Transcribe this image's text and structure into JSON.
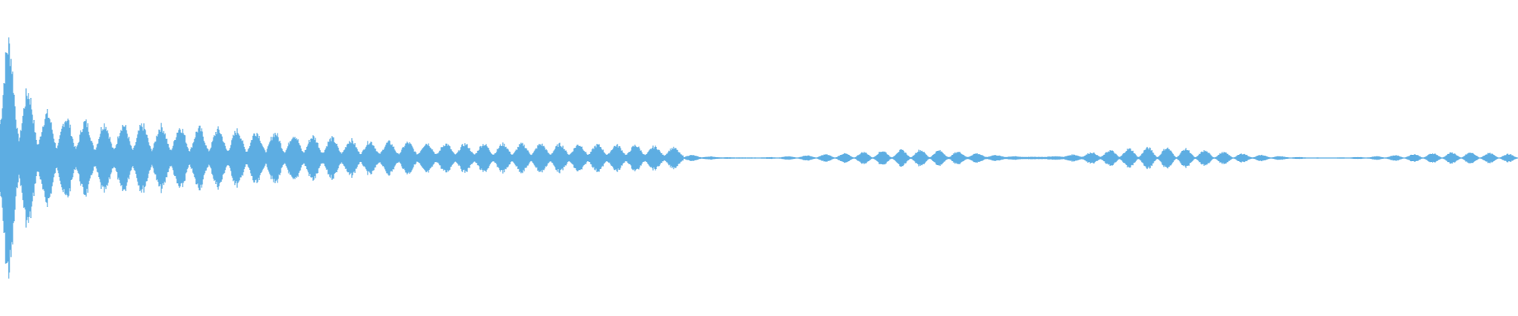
{
  "waveform": {
    "color": "#5dade2",
    "background": "#ffffff",
    "peak_amplitude": 1.0,
    "envelope_keyframes": [
      {
        "t": 0.0,
        "a": 1.0
      },
      {
        "t": 0.004,
        "a": 0.9
      },
      {
        "t": 0.012,
        "a": 0.56
      },
      {
        "t": 0.03,
        "a": 0.32
      },
      {
        "t": 0.06,
        "a": 0.25
      },
      {
        "t": 0.12,
        "a": 0.22
      },
      {
        "t": 0.18,
        "a": 0.18
      },
      {
        "t": 0.24,
        "a": 0.12
      },
      {
        "t": 0.3,
        "a": 0.1
      },
      {
        "t": 0.36,
        "a": 0.1
      },
      {
        "t": 0.42,
        "a": 0.09
      },
      {
        "t": 0.46,
        "a": 0.06
      },
      {
        "t": 0.5,
        "a": 0.04
      },
      {
        "t": 0.56,
        "a": 0.04
      },
      {
        "t": 0.62,
        "a": 0.07
      },
      {
        "t": 0.68,
        "a": 0.1
      },
      {
        "t": 0.71,
        "a": 0.11
      },
      {
        "t": 0.76,
        "a": 0.08
      },
      {
        "t": 0.8,
        "a": 0.05
      },
      {
        "t": 0.86,
        "a": 0.04
      },
      {
        "t": 0.92,
        "a": 0.04
      },
      {
        "t": 0.96,
        "a": 0.04
      },
      {
        "t": 1.0,
        "a": 0.03
      }
    ]
  }
}
